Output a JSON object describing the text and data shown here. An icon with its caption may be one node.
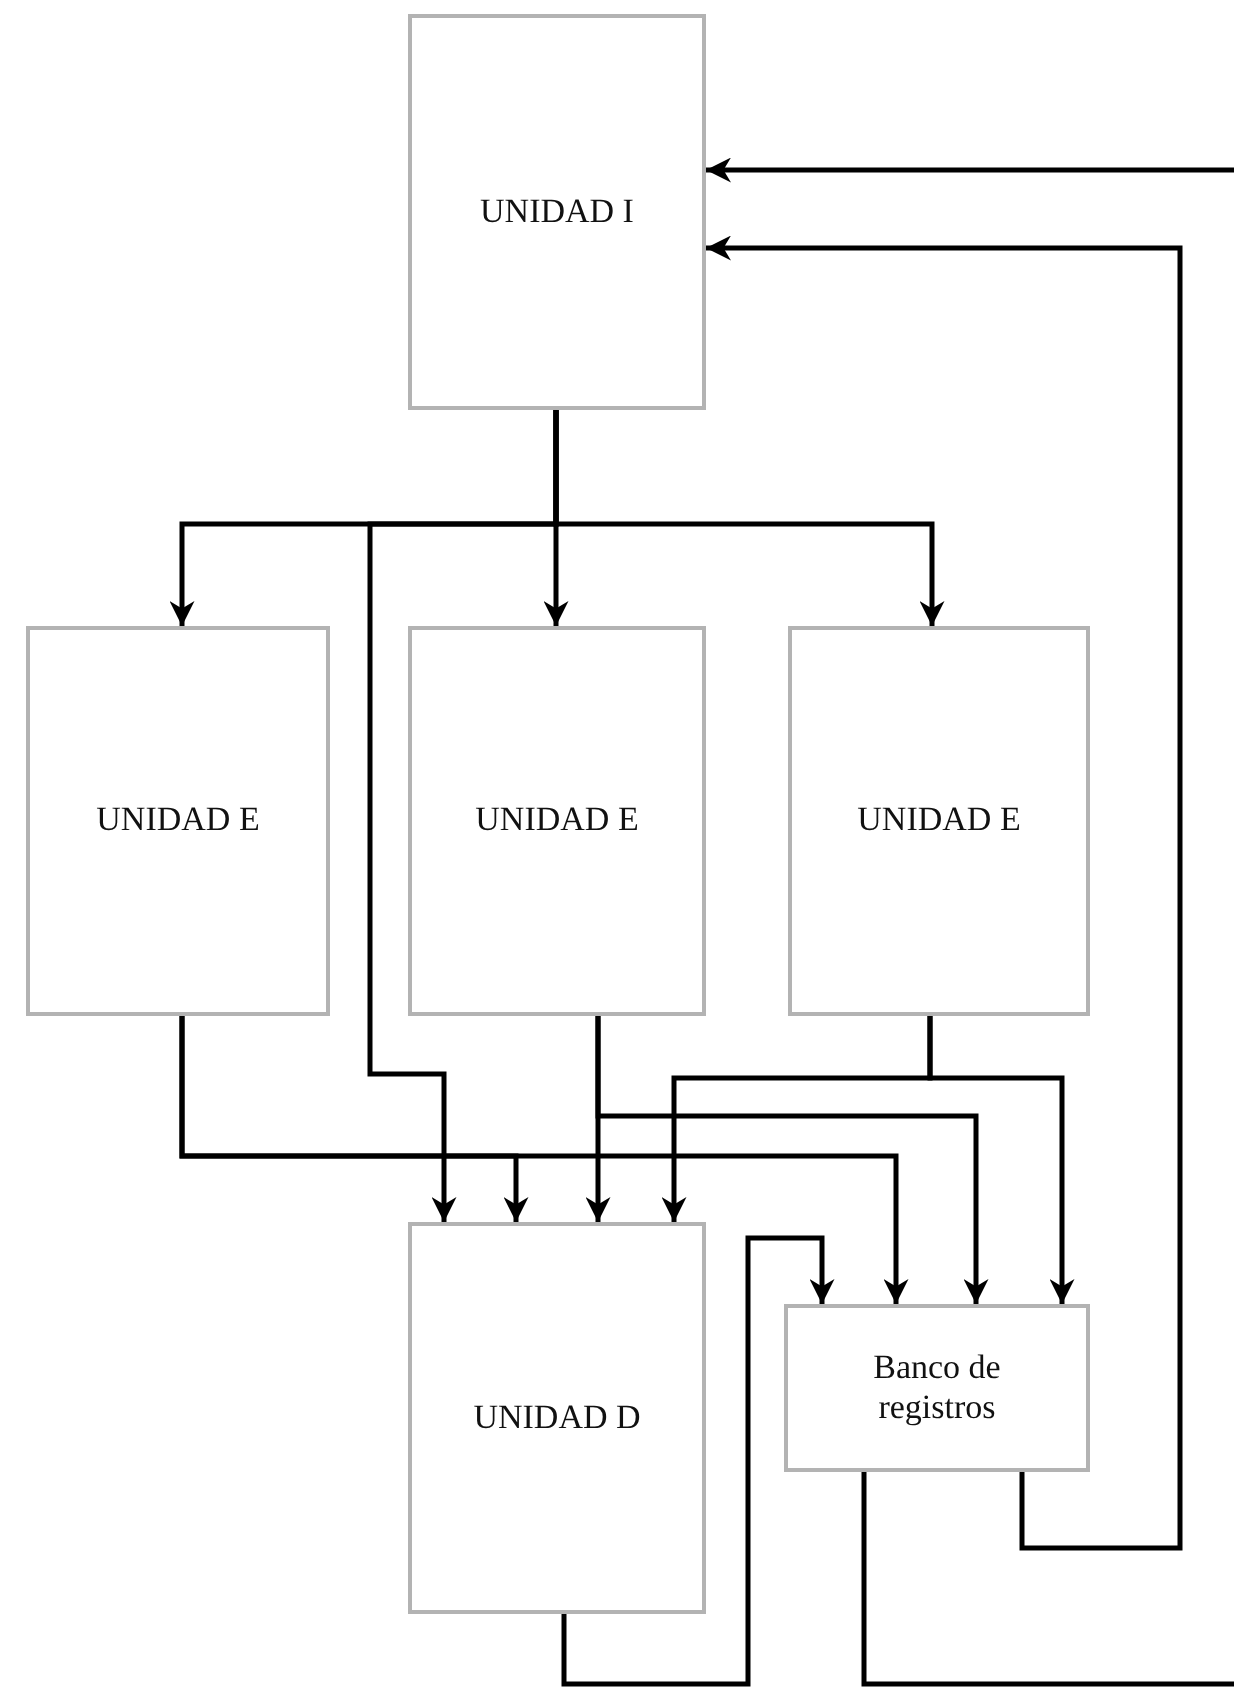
{
  "diagram": {
    "nodes": [
      {
        "text": [
          "UNIDAD I"
        ]
      },
      {
        "text": [
          "UNIDAD E"
        ]
      },
      {
        "text": [
          "UNIDAD E"
        ]
      },
      {
        "text": [
          "UNIDAD E"
        ]
      },
      {
        "text": [
          "UNIDAD D"
        ]
      },
      {
        "text": [
          "Banco de registros"
        ]
      }
    ],
    "edges": [
      {
        "from": 0,
        "to": 1,
        "arrow": "to"
      },
      {
        "from": 0,
        "to": 2,
        "arrow": "to"
      },
      {
        "from": 0,
        "to": 3,
        "arrow": "to"
      },
      {
        "from": 0,
        "to": 4,
        "arrow": "to"
      },
      {
        "from": 1,
        "to": 4,
        "arrow": "to"
      },
      {
        "from": 1,
        "to": 5,
        "arrow": "to"
      },
      {
        "from": 2,
        "to": 4,
        "arrow": "to"
      },
      {
        "from": 2,
        "to": 5,
        "arrow": "to"
      },
      {
        "from": 3,
        "to": 4,
        "arrow": "to"
      },
      {
        "from": 3,
        "to": 5,
        "arrow": "to"
      },
      {
        "from": 4,
        "to": 5,
        "arrow": "to"
      },
      {
        "from": 5,
        "to": 0,
        "arrow": "to"
      },
      {
        "from": 5,
        "to": null,
        "arrow": "none"
      },
      {
        "from": null,
        "to": 0,
        "arrow": "to"
      }
    ]
  }
}
